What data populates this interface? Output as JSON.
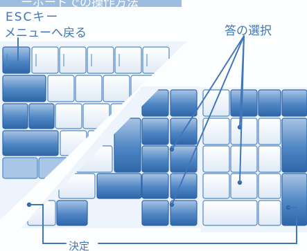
{
  "labels": {
    "header_fragment": "ーボードでの操作方法",
    "esc_key": "ESCキー",
    "back_to_menu": "メニューへ戻る",
    "select_answer": "答の選択",
    "confirm": "決定"
  },
  "colors": {
    "primary": "#3f77ba",
    "key_dark": "#4f86c4",
    "key_light": "#ffffff",
    "light_blue": "#a9c6e7"
  }
}
